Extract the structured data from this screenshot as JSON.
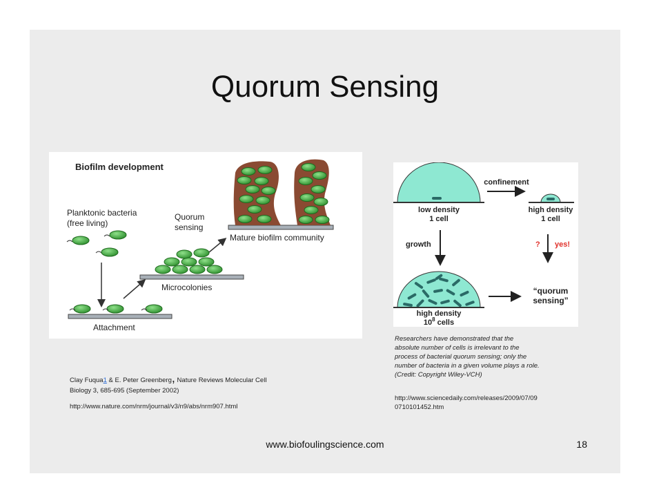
{
  "slide": {
    "title": "Quorum Sensing",
    "footer_url": "www.biofoulingscience.com",
    "page_number": "18"
  },
  "figure1": {
    "heading": "Biofilm development",
    "planktonic_line1": "Planktonic bacteria",
    "planktonic_line2": "(free living)",
    "quorum_line1": "Quorum",
    "quorum_line2": "sensing",
    "mature": "Mature biofilm community",
    "microcolonies": "Microcolonies",
    "attachment": "Attachment"
  },
  "figure2": {
    "confinement": "confinement",
    "low_density": "low density",
    "one_cell_a": "1 cell",
    "high_density_a": "high density",
    "one_cell_b": "1 cell",
    "growth": "growth",
    "question": "?",
    "yes": "yes!",
    "quorum_line1": "“quorum",
    "quorum_line2": "sensing”",
    "high_density_b": "high density",
    "cells_base": "10",
    "cells_exp": "8",
    "cells_word": " cells"
  },
  "captions": {
    "left_author": "Clay Fuqua",
    "left_ref": "1",
    "left_rest": " & E. Peter Greenberg",
    "left_comma": ",",
    "left_journal": " Nature Reviews Molecular Cell",
    "left_line2": "Biology 3, 685-695 (September 2002)",
    "left_url": "http://www.nature.com/nrm/journal/v3/n9/abs/nrm907.html",
    "right_line1": "Researchers have demonstrated that the",
    "right_line2": "absolute number of cells is irrelevant to the",
    "right_line3": "process of bacterial quorum sensing; only the",
    "right_line4": "number of bacteria in a given volume plays a role.",
    "right_line5": "(Credit: Copyright Wiley-VCH)",
    "right_url1": "http://www.sciencedaily.com/releases/2009/07/09",
    "right_url2": "0710101452.htm"
  },
  "colors": {
    "bacteria_green": "#3aa83a",
    "biofilm_brown": "#8a4a32",
    "cell_cyan": "#8ee8d2",
    "red_text": "#e0302a"
  }
}
